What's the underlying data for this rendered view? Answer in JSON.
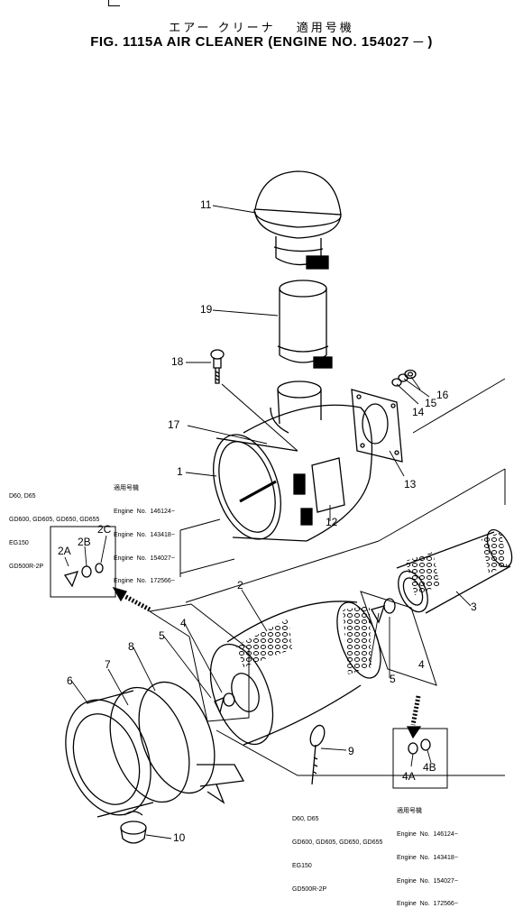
{
  "header": {
    "title_jp": "エアー クリーナ　 適用号機",
    "title_en": "FIG. 1115A   AIR  CLEANER  (ENGINE  NO.  154027 ─ )"
  },
  "notes": {
    "top_left_models": [
      "D60, D65",
      "GD600, GD605, GD650, GD655",
      "EG150",
      "GD500R-2P"
    ],
    "top_left_heading": "適用号機",
    "top_left_engines": [
      "Engine  No.  146124~",
      "Engine  No.  143418~",
      "Engine  No.  154027~",
      "Engine  No.  172566~"
    ],
    "bottom_models": [
      "D60, D65",
      "GD600, GD605, GD650, GD655",
      "EG150",
      "GD500R-2P"
    ],
    "bottom_heading": "適用号機",
    "bottom_engines": [
      "Engine  No.  146124~",
      "Engine  No.  143418~",
      "Engine  No.  154027~",
      "Engine  No.  172566~"
    ]
  },
  "labels": {
    "p1": "1",
    "p2": "2",
    "p2A": "2A",
    "p2B": "2B",
    "p2C": "2C",
    "p3": "3",
    "p4a": "4",
    "p4b": "4",
    "p4A": "4A",
    "p4B": "4B",
    "p5a": "5",
    "p5b": "5",
    "p6": "6",
    "p7": "7",
    "p8": "8",
    "p9": "9",
    "p10": "10",
    "p11": "11",
    "p12": "12",
    "p13": "13",
    "p14": "14",
    "p15": "15",
    "p16": "16",
    "p17": "17",
    "p18": "18",
    "p19": "19"
  }
}
